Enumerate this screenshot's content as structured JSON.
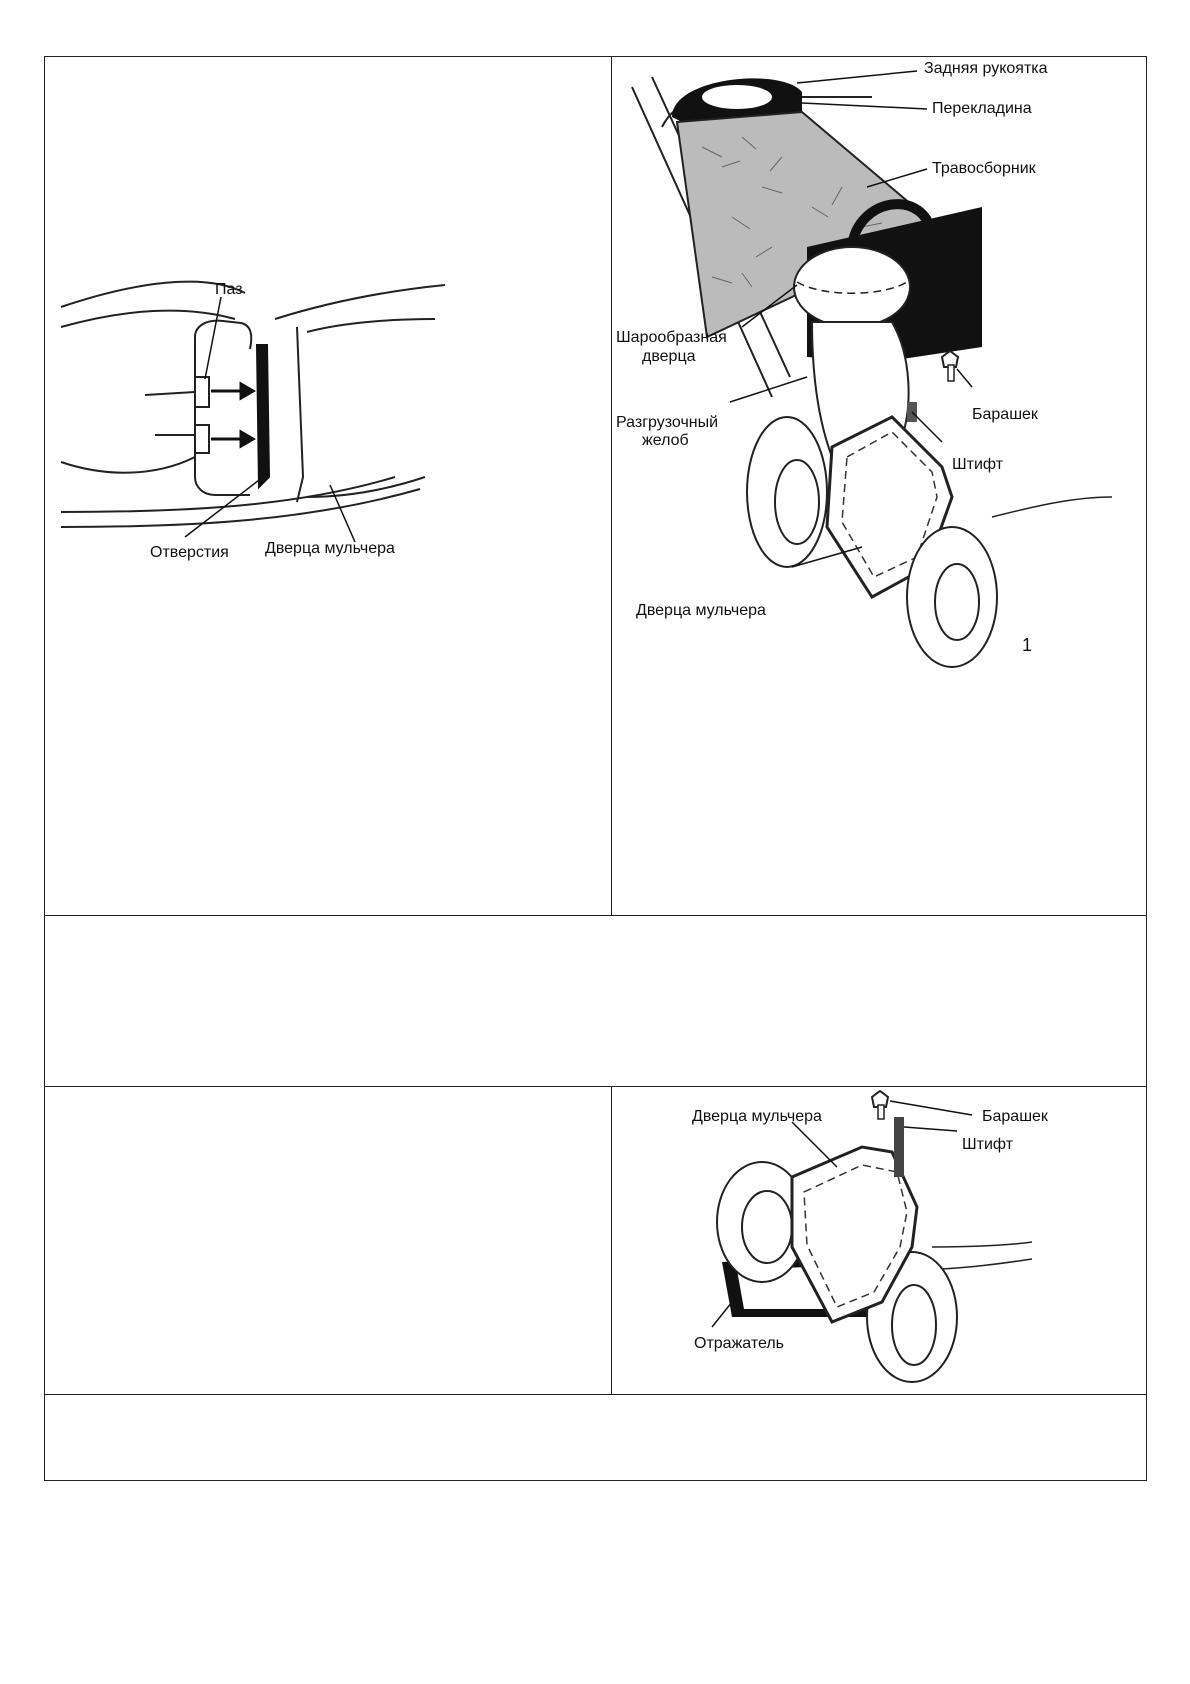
{
  "figures": {
    "mulch_slot": {
      "labels": {
        "slot": "Паз",
        "holes": "Отверстия",
        "mulch_door": "Дверца мульчера"
      }
    },
    "grass_bag": {
      "labels": {
        "top_cut": "...",
        "rear_handle": "Задняя рукоятка",
        "crossbar": "Перекладина",
        "grass_catcher": "Травосборник",
        "ball_door_line1": "Шарообразная",
        "ball_door_line2": "дверца",
        "chute_line1": "Разгрузочный",
        "chute_line2": "желоб",
        "wing_knob": "Барашек",
        "pin": "Штифт",
        "mulch_door": "Дверца мульчера",
        "figure_number": "1"
      }
    },
    "deflector": {
      "labels": {
        "mulch_door": "Дверца мульчера",
        "wing_knob": "Барашек",
        "pin": "Штифт",
        "deflector": "Отражатель"
      }
    }
  }
}
